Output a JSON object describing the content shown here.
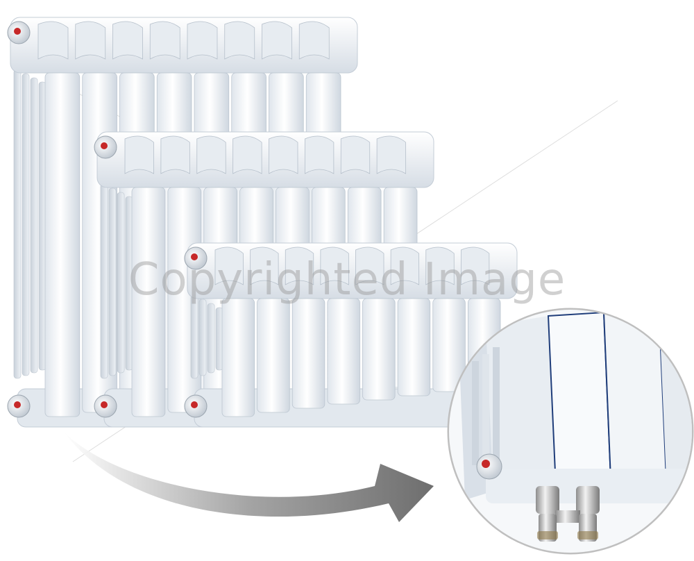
{
  "image": {
    "subject": "bimetallic sectional heating radiators",
    "radiators": [
      {
        "id": "large",
        "sections": 8
      },
      {
        "id": "medium",
        "sections": 8
      },
      {
        "id": "small",
        "sections": 8
      }
    ],
    "detail_inset": {
      "subject": "bottom connection valve fitting close-up"
    },
    "watermark": "Copyrighted Image",
    "colors": {
      "radiator_white": "#f3f6f9",
      "radiator_shadow": "#c9d1da",
      "valve_cap_red": "#c62828",
      "arrow_gray": "#8a8a8a",
      "brass_nickel": "#b8b8b8"
    }
  }
}
